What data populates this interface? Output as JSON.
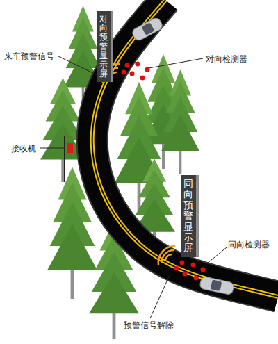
{
  "diagram": {
    "nodes": [
      {
        "text": [
          "对向预警显示屏"
        ]
      },
      {
        "text": [
          "同向预警显示屏"
        ]
      }
    ],
    "labels": [
      "来车预警信号",
      "对向检测器",
      "接收机",
      "同向检测器",
      "预警信号解除"
    ]
  }
}
